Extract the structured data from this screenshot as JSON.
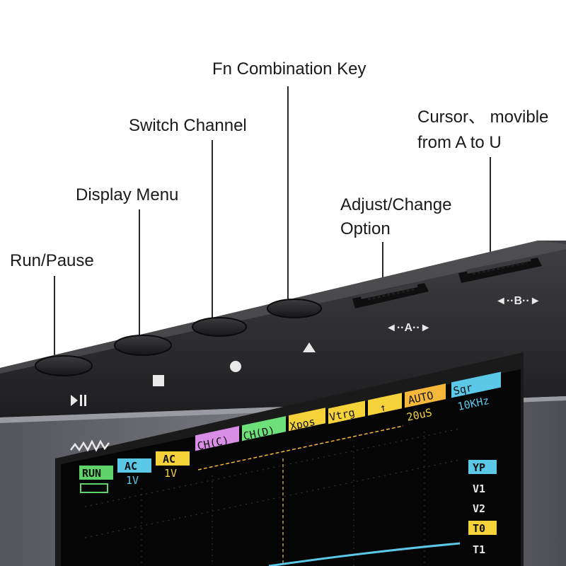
{
  "callouts": {
    "run_pause": "Run/Pause",
    "display_menu": "Display Menu",
    "switch_channel": "Switch Channel",
    "fn_key": "Fn Combination Key",
    "adjust_line1": "Adjust/Change",
    "adjust_line2": "Option",
    "cursor_line1": "Cursor、 movible",
    "cursor_line2": "from A to U"
  },
  "device": {
    "wheel_a_label": "◄··A··►",
    "wheel_b_label": "◄··B··►",
    "button_glyphs": [
      "▶❚❚",
      "■",
      "●",
      "▲"
    ]
  },
  "screen": {
    "top_row": [
      "CH(C)",
      "CH(D)",
      "Xpos",
      "Vtrg",
      "↑",
      "AUTO",
      "Sqr"
    ],
    "top_row2": [
      "20uS",
      "10KHz"
    ],
    "left_status": [
      "RUN",
      "AC",
      "AC"
    ],
    "left_values": [
      "1V",
      "1V"
    ],
    "right_menu": [
      "YP",
      "V1",
      "V2",
      "T0",
      "T1"
    ]
  },
  "colors": {
    "body": "#2c2c2e",
    "screen_bg": "#050505",
    "bezel": "#727378"
  }
}
